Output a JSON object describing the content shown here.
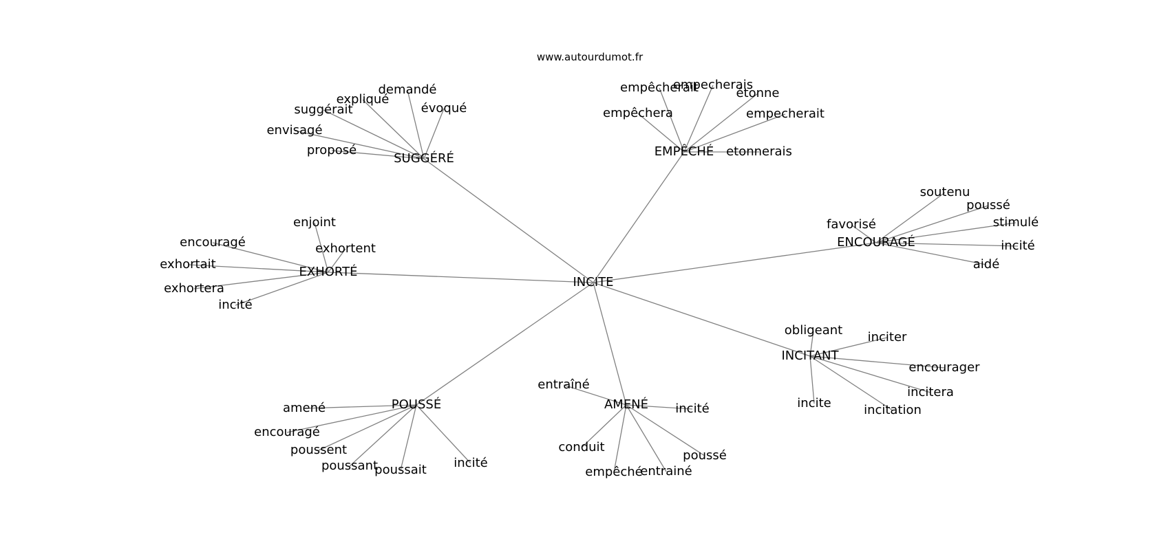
{
  "site": "www.autourdumot.fr",
  "graph": {
    "nodes": [
      {
        "id": "incite_center",
        "label": "INCITE"
      },
      {
        "id": "suggere",
        "label": "SUGGÉRÉ"
      },
      {
        "id": "empeche",
        "label": "EMPÊCHÉ"
      },
      {
        "id": "encourage_hub",
        "label": "ENCOURAGÉ"
      },
      {
        "id": "exhorte",
        "label": "EXHORTÉ"
      },
      {
        "id": "incitant",
        "label": "INCITANT"
      },
      {
        "id": "pousse_hub",
        "label": "POUSSÉ"
      },
      {
        "id": "amene_hub",
        "label": "AMENÉ"
      },
      {
        "id": "s_propose",
        "label": "proposé"
      },
      {
        "id": "s_envisage",
        "label": "envisagé"
      },
      {
        "id": "s_suggerait",
        "label": "suggérait"
      },
      {
        "id": "s_explique",
        "label": "expliqué"
      },
      {
        "id": "s_demande",
        "label": "demandé"
      },
      {
        "id": "s_evoque",
        "label": "évoqué"
      },
      {
        "id": "e_empecherait",
        "label": "empêcherait"
      },
      {
        "id": "e_empecherais",
        "label": "empecherais"
      },
      {
        "id": "e_etonne",
        "label": "étonne"
      },
      {
        "id": "e_empechera",
        "label": "empêchera"
      },
      {
        "id": "e_empecherait2",
        "label": "empecherait"
      },
      {
        "id": "e_etonnerais",
        "label": "etonnerais"
      },
      {
        "id": "c_soutenu",
        "label": "soutenu"
      },
      {
        "id": "c_pousse",
        "label": "poussé"
      },
      {
        "id": "c_stimule",
        "label": "stimulé"
      },
      {
        "id": "c_favorise",
        "label": "favorisé"
      },
      {
        "id": "c_incite",
        "label": "incité"
      },
      {
        "id": "c_aide",
        "label": "aidé"
      },
      {
        "id": "x_enjoint",
        "label": "enjoint"
      },
      {
        "id": "x_encourage",
        "label": "encouragé"
      },
      {
        "id": "x_exhortent",
        "label": "exhortent"
      },
      {
        "id": "x_exhortait",
        "label": "exhortait"
      },
      {
        "id": "x_exhortera",
        "label": "exhortera"
      },
      {
        "id": "x_incite",
        "label": "incité"
      },
      {
        "id": "i_obligeant",
        "label": "obligeant"
      },
      {
        "id": "i_inciter",
        "label": "inciter"
      },
      {
        "id": "i_encourager",
        "label": "encourager"
      },
      {
        "id": "i_incitera",
        "label": "incitera"
      },
      {
        "id": "i_incite",
        "label": "incite"
      },
      {
        "id": "i_incitation",
        "label": "incitation"
      },
      {
        "id": "p_amene",
        "label": "amené"
      },
      {
        "id": "p_encourage",
        "label": "encouragé"
      },
      {
        "id": "p_poussent",
        "label": "poussent"
      },
      {
        "id": "p_poussant",
        "label": "poussant"
      },
      {
        "id": "p_poussait",
        "label": "poussait"
      },
      {
        "id": "p_incite",
        "label": "incité"
      },
      {
        "id": "a_entraine",
        "label": "entraîné"
      },
      {
        "id": "a_incite",
        "label": "incité"
      },
      {
        "id": "a_conduit",
        "label": "conduit"
      },
      {
        "id": "a_pousse",
        "label": "poussé"
      },
      {
        "id": "a_empeche",
        "label": "empêché"
      },
      {
        "id": "a_entraine2",
        "label": "entrainé"
      }
    ],
    "edges": [
      [
        "incite_center",
        "suggere"
      ],
      [
        "incite_center",
        "empeche"
      ],
      [
        "incite_center",
        "encourage_hub"
      ],
      [
        "incite_center",
        "exhorte"
      ],
      [
        "incite_center",
        "incitant"
      ],
      [
        "incite_center",
        "pousse_hub"
      ],
      [
        "incite_center",
        "amene_hub"
      ],
      [
        "suggere",
        "s_propose"
      ],
      [
        "suggere",
        "s_envisage"
      ],
      [
        "suggere",
        "s_suggerait"
      ],
      [
        "suggere",
        "s_explique"
      ],
      [
        "suggere",
        "s_demande"
      ],
      [
        "suggere",
        "s_evoque"
      ],
      [
        "empeche",
        "e_empecherait"
      ],
      [
        "empeche",
        "e_empecherais"
      ],
      [
        "empeche",
        "e_etonne"
      ],
      [
        "empeche",
        "e_empechera"
      ],
      [
        "empeche",
        "e_empecherait2"
      ],
      [
        "empeche",
        "e_etonnerais"
      ],
      [
        "encourage_hub",
        "c_soutenu"
      ],
      [
        "encourage_hub",
        "c_pousse"
      ],
      [
        "encourage_hub",
        "c_stimule"
      ],
      [
        "encourage_hub",
        "c_favorise"
      ],
      [
        "encourage_hub",
        "c_incite"
      ],
      [
        "encourage_hub",
        "c_aide"
      ],
      [
        "exhorte",
        "x_enjoint"
      ],
      [
        "exhorte",
        "x_encourage"
      ],
      [
        "exhorte",
        "x_exhortent"
      ],
      [
        "exhorte",
        "x_exhortait"
      ],
      [
        "exhorte",
        "x_exhortera"
      ],
      [
        "exhorte",
        "x_incite"
      ],
      [
        "incitant",
        "i_obligeant"
      ],
      [
        "incitant",
        "i_inciter"
      ],
      [
        "incitant",
        "i_encourager"
      ],
      [
        "incitant",
        "i_incitera"
      ],
      [
        "incitant",
        "i_incite"
      ],
      [
        "incitant",
        "i_incitation"
      ],
      [
        "pousse_hub",
        "p_amene"
      ],
      [
        "pousse_hub",
        "p_encourage"
      ],
      [
        "pousse_hub",
        "p_poussent"
      ],
      [
        "pousse_hub",
        "p_poussant"
      ],
      [
        "pousse_hub",
        "p_poussait"
      ],
      [
        "pousse_hub",
        "p_incite"
      ],
      [
        "amene_hub",
        "a_entraine"
      ],
      [
        "amene_hub",
        "a_incite"
      ],
      [
        "amene_hub",
        "a_conduit"
      ],
      [
        "amene_hub",
        "a_pousse"
      ],
      [
        "amene_hub",
        "a_empeche"
      ],
      [
        "amene_hub",
        "a_entraine2"
      ]
    ]
  }
}
